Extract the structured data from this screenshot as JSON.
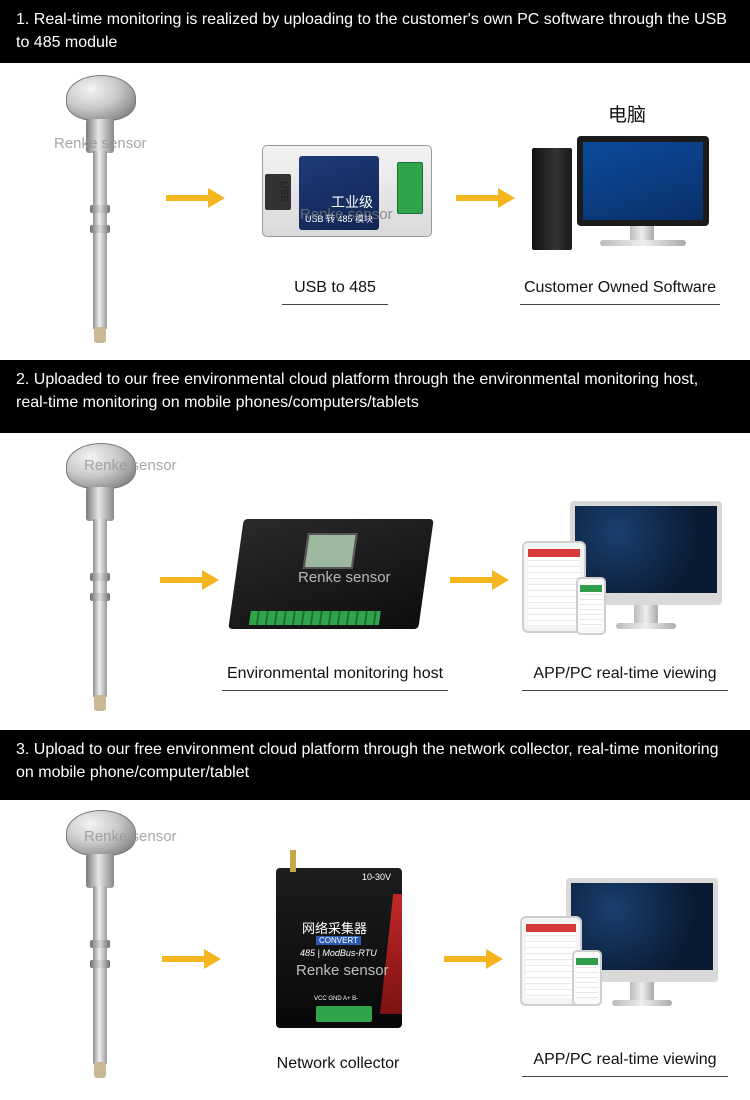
{
  "sections": [
    {
      "banner": "1. Real-time monitoring is realized by uploading to the customer's own PC software through the USB to 485 module",
      "watermark": "Renke sensor",
      "device_caption": "USB to 485",
      "target_caption": "Customer Owned Software",
      "target_label": "电脑",
      "device_text": {
        "brand": "工业级",
        "sub": "USB 转 485 模块",
        "usb": "USB",
        "wm": "Renke sensor"
      }
    },
    {
      "banner": "2. Uploaded to our free environmental cloud platform through the environmental monitoring host, real-time monitoring on mobile phones/computers/tablets",
      "watermark": "Renke sensor",
      "device_caption": "Environmental monitoring host",
      "target_caption": "APP/PC real-time viewing",
      "device_text": {
        "wm": "Renke sensor"
      }
    },
    {
      "banner": "3. Upload to our free environment cloud platform through the network collector, real-time monitoring on mobile phone/computer/tablet",
      "watermark": "Renke sensor",
      "device_caption": "Network collector",
      "target_caption": "APP/PC real-time viewing",
      "device_text": {
        "voltage": "10-30V",
        "title": "网络采集器",
        "convert": "CONVERT",
        "protocol": "485 | ModBus-RTU",
        "wm": "Renke sensor",
        "pins": "VCC GND A+  B-"
      }
    }
  ],
  "colors": {
    "arrow": "#f5b51f",
    "banner_bg": "#000000",
    "banner_text": "#ffffff"
  }
}
